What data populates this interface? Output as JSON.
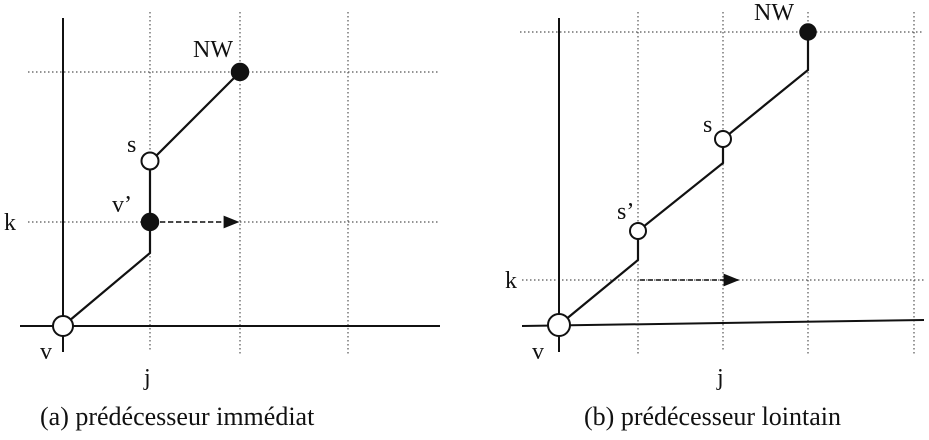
{
  "panel_a": {
    "caption": "(a) prédécesseur immédiat",
    "labels": {
      "nw": "NW",
      "s": "s",
      "v_prime": "v’",
      "k": "k",
      "v": "v",
      "j": "j"
    }
  },
  "panel_b": {
    "caption": "(b) prédécesseur lointain",
    "labels": {
      "nw": "NW",
      "s": "s",
      "s_prime": "s’",
      "k": "k",
      "v": "v",
      "j": "j"
    }
  }
}
